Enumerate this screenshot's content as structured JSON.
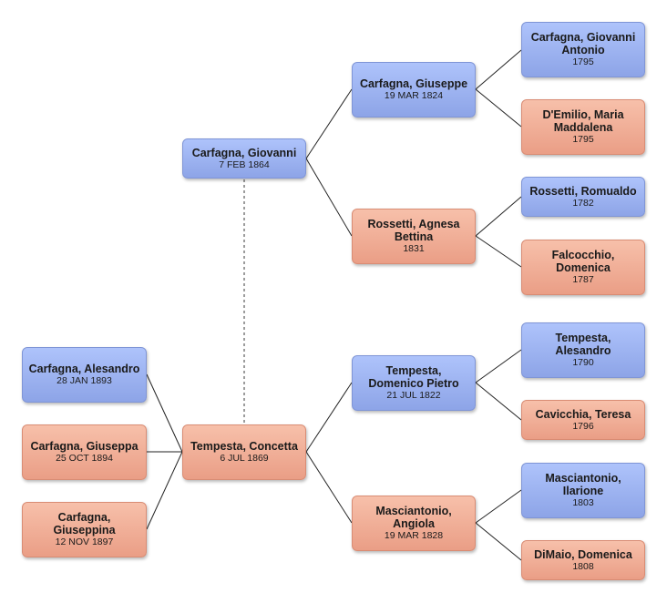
{
  "people": {
    "child1": {
      "name": "Carfagna, Alesandro",
      "date": "28 JAN 1893",
      "sex": "male"
    },
    "child2": {
      "name": "Carfagna, Giuseppa",
      "date": "25 OCT 1894",
      "sex": "female"
    },
    "child3": {
      "name": "Carfagna, Giuseppina",
      "date": "12 NOV 1897",
      "sex": "female"
    },
    "father": {
      "name": "Carfagna, Giovanni",
      "date": "7 FEB 1864",
      "sex": "male"
    },
    "mother": {
      "name": "Tempesta, Concetta",
      "date": "6 JUL 1869",
      "sex": "female"
    },
    "ff": {
      "name": "Carfagna, Giuseppe",
      "date": "19 MAR 1824",
      "sex": "male"
    },
    "fm": {
      "name": "Rossetti, Agnesa Bettina",
      "date": "1831",
      "sex": "female"
    },
    "mf": {
      "name": "Tempesta, Domenico Pietro",
      "date": "21 JUL 1822",
      "sex": "male"
    },
    "mm": {
      "name": "Masciantonio, Angiola",
      "date": "19 MAR 1828",
      "sex": "female"
    },
    "fff": {
      "name": "Carfagna, Giovanni Antonio",
      "date": "1795",
      "sex": "male"
    },
    "ffm": {
      "name": "D'Emilio, Maria Maddalena",
      "date": "1795",
      "sex": "female"
    },
    "fmf": {
      "name": "Rossetti, Romualdo",
      "date": "1782",
      "sex": "male"
    },
    "fmm": {
      "name": "Falcocchio, Domenica",
      "date": "1787",
      "sex": "female"
    },
    "mff": {
      "name": "Tempesta, Alesandro",
      "date": "1790",
      "sex": "male"
    },
    "mfm": {
      "name": "Cavicchia, Teresa",
      "date": "1796",
      "sex": "female"
    },
    "mmf": {
      "name": "Masciantonio, Ilarione",
      "date": "1803",
      "sex": "male"
    },
    "mmm": {
      "name": "DiMaio, Domenica",
      "date": "1808",
      "sex": "female"
    }
  },
  "colors": {
    "male_top": "#aec3fb",
    "male_bottom": "#8da4e7",
    "female_top": "#f7c0aa",
    "female_bottom": "#ea9e86",
    "line": "#222222",
    "marriage_line": "#666666"
  }
}
